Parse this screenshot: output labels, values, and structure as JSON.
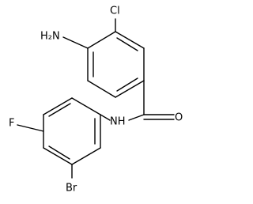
{
  "structure": {
    "atoms": {
      "cl": "Cl",
      "nh2": "H₂N",
      "o": "O",
      "nh": "NH",
      "f": "F",
      "br": "Br"
    }
  },
  "colors": {
    "bond": "#000000",
    "text": "#000000",
    "background": "#ffffff"
  }
}
